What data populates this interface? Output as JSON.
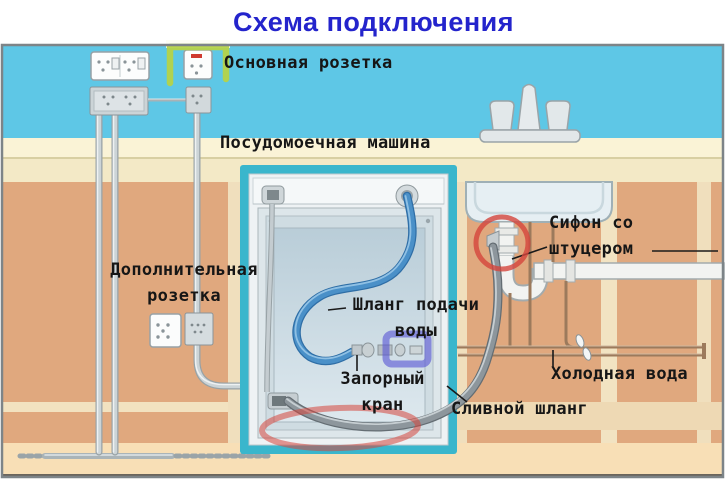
{
  "title": "Схема подключения",
  "labels": {
    "main_outlet": "Основная розетка",
    "dishwasher": "Посудомоечная машина",
    "additional_outlet": "Дополнительная розетка",
    "supply_hose": "Шланг подачи воды",
    "shutoff_valve": "Запорный кран",
    "drain_hose": "Сливной шланг",
    "siphon": "Сифон со штуцером",
    "cold_water": "Холодная вода"
  },
  "colors": {
    "title_blue": "#2424cc",
    "wall_blue": "#5ec7e6",
    "counter_cream": "#faf3d6",
    "lower_wall_salmon": "#e0a87e",
    "dishwasher_teal": "#3ab6cc",
    "supply_hose_blue": "#4a90c8",
    "drain_hose_gray": "#8d969c",
    "highlight_red": "#d5453c",
    "highlight_green": "#b5d348",
    "highlight_blue": "#5653d6"
  }
}
